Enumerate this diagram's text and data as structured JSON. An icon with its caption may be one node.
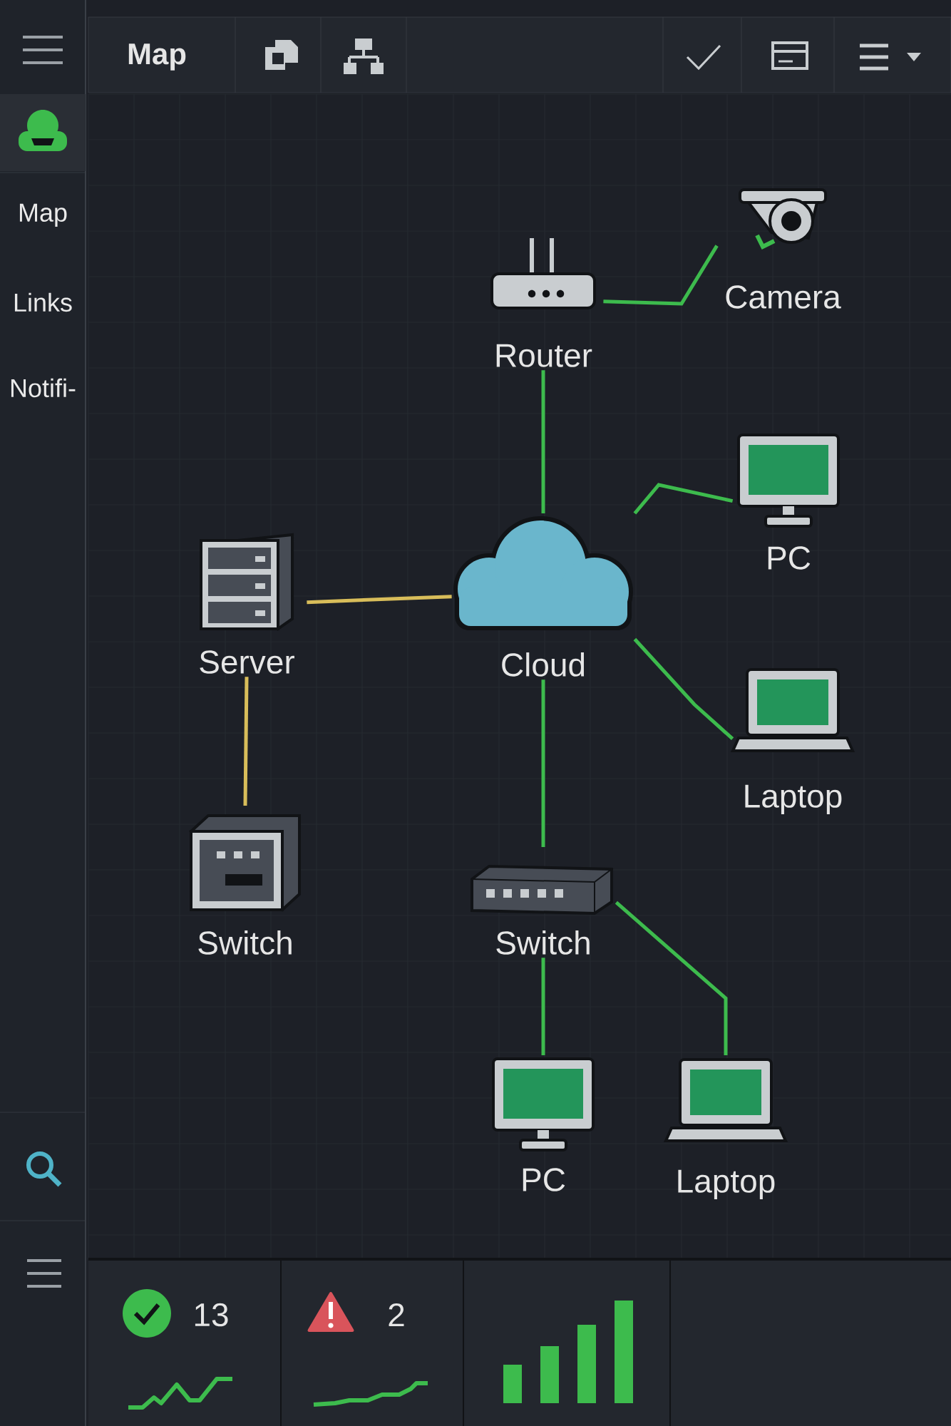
{
  "diagram": {
    "nodes": [
      {
        "text": [
          "Router"
        ]
      },
      {
        "text": [
          "Camera"
        ]
      },
      {
        "text": [
          "PC"
        ]
      },
      {
        "text": [
          "Server"
        ]
      },
      {
        "text": [
          "Cloud"
        ]
      },
      {
        "text": [
          "Laptop"
        ]
      },
      {
        "text": [
          "Switch"
        ]
      },
      {
        "text": [
          "Switch"
        ]
      },
      {
        "text": [
          "PC"
        ]
      },
      {
        "text": [
          "Laptop"
        ]
      }
    ],
    "edges": [
      {
        "from": 0,
        "to": 1,
        "arrow": "none"
      },
      {
        "from": 0,
        "to": 4,
        "arrow": "none"
      },
      {
        "from": 4,
        "to": 2,
        "arrow": "none"
      },
      {
        "from": 3,
        "to": 4,
        "arrow": "none",
        "color": "#d8bd5a"
      },
      {
        "from": 4,
        "to": 5,
        "arrow": "none"
      },
      {
        "from": 4,
        "to": 7,
        "arrow": "none"
      },
      {
        "from": 3,
        "to": 6,
        "arrow": "none",
        "color": "#d8bd5a"
      },
      {
        "from": 7,
        "to": 8,
        "arrow": "none"
      },
      {
        "from": 7,
        "to": 9,
        "arrow": "none"
      }
    ],
    "labels": [
      "Map",
      "Map",
      "Links",
      "Notifi-",
      "13",
      "2"
    ]
  }
}
